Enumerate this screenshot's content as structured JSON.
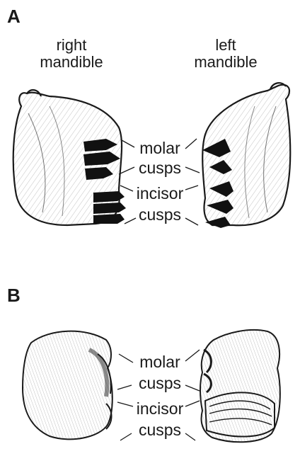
{
  "panels": [
    {
      "letter": "A"
    },
    {
      "letter": "B"
    }
  ],
  "headings": {
    "right_line1": "right",
    "right_line2": "mandible",
    "left_line1": "left",
    "left_line2": "mandible"
  },
  "labels_a": {
    "molar": "molar",
    "molar_cusps": "cusps",
    "incisor": "incisor",
    "incisor_cusps": "cusps"
  },
  "labels_b": {
    "molar": "molar",
    "molar_cusps": "cusps",
    "incisor": "incisor",
    "incisor_cusps": "cusps"
  },
  "colors": {
    "ink": "#1a1a1a",
    "dark": "#111111",
    "fill": "#ffffff"
  }
}
